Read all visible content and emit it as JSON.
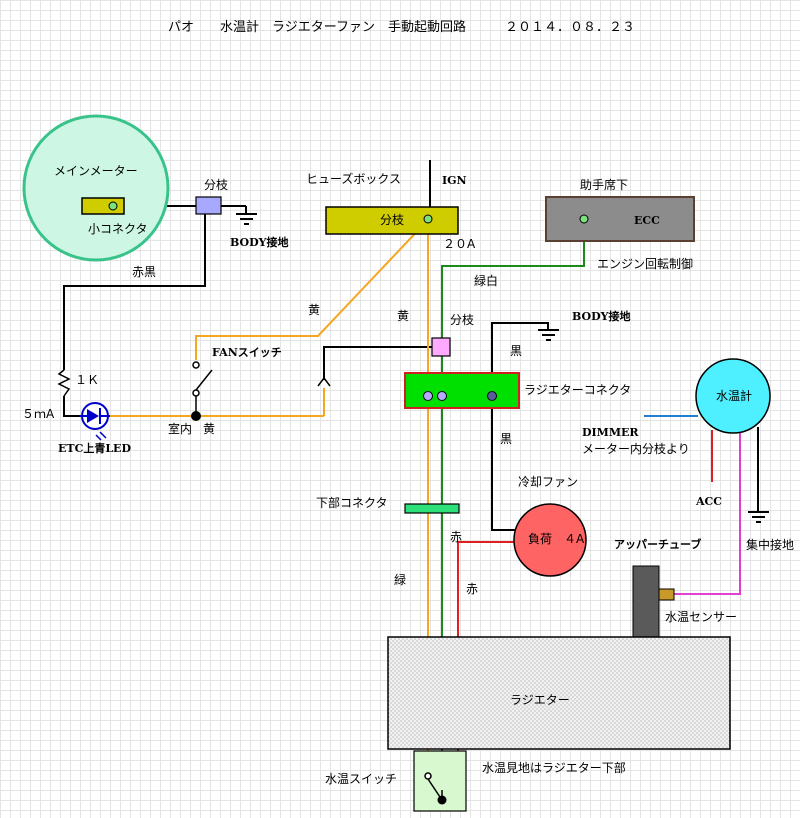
{
  "title": "パオ　　水温計　ラジエターファン　手動起動回路　　　２０１４．０８．２３",
  "components": {
    "main_meter": {
      "label": "メインメーター",
      "sub_connector": "小コネクタ"
    },
    "branch_meter": "分枝",
    "body_ground_1": "BODY接地",
    "wire_red_black": "赤黒",
    "resistor": "１Ｋ",
    "current": "５ｍA",
    "led": "ETC上青LED",
    "fan_switch": "FANスイッチ",
    "cabin": "室内",
    "cabin_yellow": "黄",
    "wire_yellow_1": "黄",
    "wire_yellow_2": "黄",
    "fuse_box": {
      "label": "ヒューズボックス",
      "branch": "分枝",
      "ign": "IGN",
      "fuse": "２０A"
    },
    "passenger_seat": "助手席下",
    "ecc": "ECC",
    "engine_speed": "エンジン回転制御",
    "wire_green_white": "緑白",
    "branch_2": "分枝",
    "body_ground_2": "BODY接地",
    "wire_black_1": "黒",
    "wire_black_2": "黒",
    "radiator_connector": "ラジエターコネクタ",
    "water_temp_gauge": "水温計",
    "dimmer": "DIMMER",
    "dimmer_source": "メーター内分枝より",
    "acc": "ACC",
    "cooling_fan": "冷却ファン",
    "load": "負荷　４A",
    "lower_connector": "下部コネクタ",
    "wire_red_1": "赤",
    "wire_red_2": "赤",
    "wire_green": "緑",
    "upper_tube": "アッパーチューブ",
    "central_ground": "集中接地",
    "temp_sensor": "水温センサー",
    "radiator": "ラジエター",
    "water_temp_switch": "水温スイッチ",
    "temp_note": "水温見地はラジエター下部"
  },
  "colors": {
    "orange_wire": "#f5a623",
    "green_wire": "#1a8a1a",
    "red_wire": "#e02020",
    "blue_wire": "#1f7fd0",
    "magenta_wire": "#e040d0",
    "meter_fill": "#cdf7e4",
    "meter_stroke": "#39c38a",
    "gauge_fill": "#4ef0ff",
    "load_fill": "#ff6464",
    "branch_fill": "#cfcc00",
    "connector_green": "#00e000",
    "ecc_fill": "#8c8c8c"
  }
}
